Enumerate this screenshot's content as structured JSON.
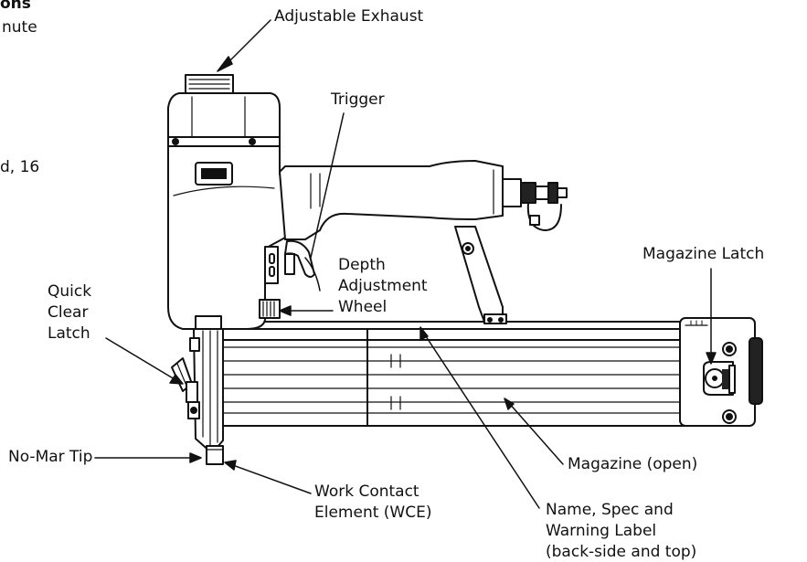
{
  "margin_text": {
    "top_fragment": "ons",
    "line1": "nute",
    "line2": "d, 16"
  },
  "callouts": {
    "adjustable_exhaust": "Adjustable Exhaust",
    "trigger": "Trigger",
    "depth_adjustment_wheel": [
      "Depth",
      "Adjustment",
      "Wheel"
    ],
    "magazine_latch": "Magazine Latch",
    "quick_clear_latch": [
      "Quick",
      "Clear",
      "Latch"
    ],
    "no_mar_tip": "No-Mar Tip",
    "work_contact_element": [
      "Work Contact",
      "Element (WCE)"
    ],
    "magazine_open": "Magazine (open)",
    "name_spec_warning_label": [
      "Name, Spec and",
      "Warning Label",
      "(back-side and top)"
    ]
  },
  "colors": {
    "ink": "#111111",
    "paper": "#ffffff",
    "shade": "#444444"
  }
}
